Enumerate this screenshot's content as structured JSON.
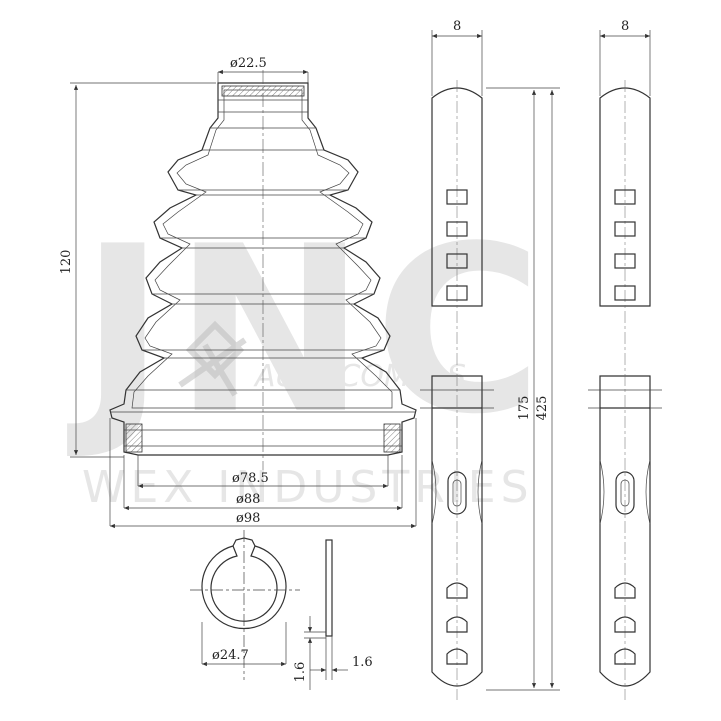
{
  "watermark": {
    "big_letters": "JNC",
    "brand": "AUTOCOMPAS",
    "company": "WEX INDUSTRIES"
  },
  "dimensions": {
    "top_diameter": "ø22.5",
    "height": "120",
    "inner_diameter": "ø78.5",
    "mid_diameter": "ø88",
    "outer_diameter": "ø98",
    "clamp_diameter": "ø24.7",
    "clamp_thickness": "1.6",
    "clamp_width": "1.6",
    "strap_width_left": "8",
    "strap_width_right": "8",
    "strap_length_short": "175",
    "strap_length_long": "425"
  }
}
